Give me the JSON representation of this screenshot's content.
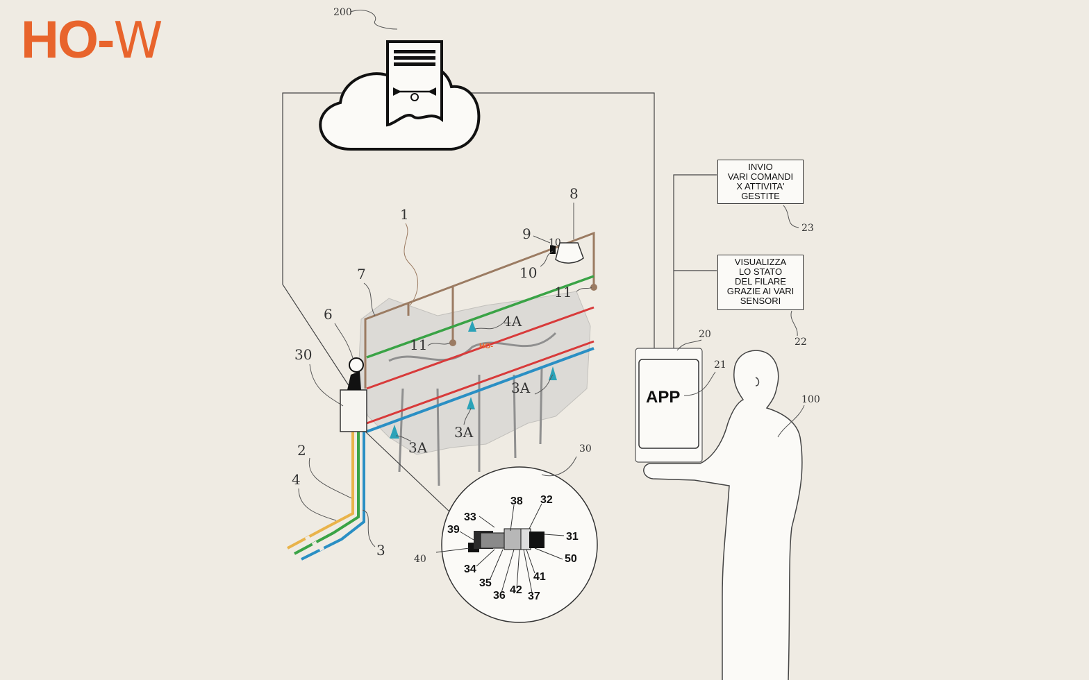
{
  "logo": {
    "prefix": "HO-",
    "suffix": "W"
  },
  "boxes": {
    "send_commands": "INVIO\nVARI COMANDI\nX ATTIVITA'\nGESTITE",
    "view_status": "VISUALIZZA\nLO STATO\nDEL FILARE\nGRAZIE AI VARI\nSENSORI"
  },
  "device": {
    "app_label": "APP",
    "watermark": "HO-"
  },
  "labels": {
    "l200": "200",
    "l1": "1",
    "l8": "8",
    "l9": "9",
    "l10": "10",
    "l10b": "10",
    "l11a": "11",
    "l11b": "11",
    "l7": "7",
    "l6": "6",
    "l30": "30",
    "l4A": "4A",
    "l3Aa": "3A",
    "l3Ab": "3A",
    "l3Ac": "3A",
    "l2": "2",
    "l4": "4",
    "l3": "3",
    "l30b": "30",
    "l20": "20",
    "l21": "21",
    "l23": "23",
    "l22": "22",
    "l100": "100"
  },
  "detail": {
    "l38": "38",
    "l32": "32",
    "l33": "33",
    "l39": "39",
    "l31": "31",
    "l40": "40",
    "l50": "50",
    "l34": "34",
    "l41": "41",
    "l35": "35",
    "l36": "36",
    "l42": "42",
    "l37": "37"
  },
  "colors": {
    "accent": "#e8642c",
    "pipe_brown": "#9b7b62",
    "line_green": "#3aa346",
    "line_red": "#d83a3a",
    "line_blue": "#2a8fc4",
    "line_yellow": "#e9b34a"
  }
}
